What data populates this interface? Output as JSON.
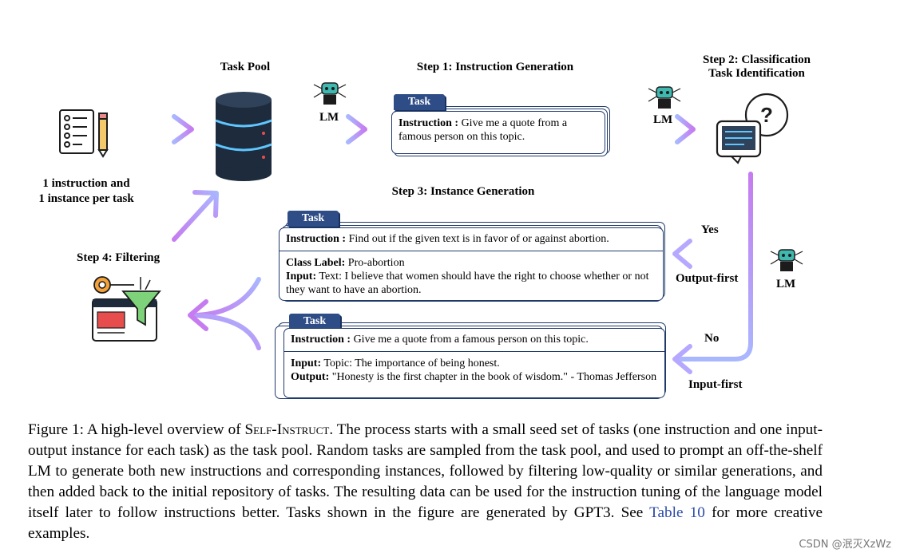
{
  "labels": {
    "task_pool": "Task Pool",
    "step1": "Step 1: Instruction Generation",
    "step2_line1": "Step 2: Classification",
    "step2_line2": "Task Identification",
    "step3": "Step 3: Instance Generation",
    "step4": "Step 4: Filtering",
    "seed_line1": "1 instruction and",
    "seed_line2": "1 instance per task",
    "lm": "LM",
    "yes": "Yes",
    "no": "No",
    "output_first": "Output-first",
    "input_first": "Input-first"
  },
  "cards": {
    "step1": {
      "tab": "Task",
      "instruction_label": "Instruction :",
      "instruction_text": "Give me a quote from a famous person on this topic."
    },
    "output_first": {
      "tab": "Task",
      "instruction_label": "Instruction :",
      "instruction_text": "Find out if the given text is in favor of or against abortion.",
      "class_label": "Class Label:",
      "class_text": "Pro-abortion",
      "input_label": "Input:",
      "input_text": "Text: I believe that women should have the right to choose whether or not they want to have an abortion."
    },
    "input_first": {
      "tab": "Task",
      "instruction_label": "Instruction :",
      "instruction_text": "Give me a quote from a famous person on this topic.",
      "input_label": "Input:",
      "input_text": "Topic: The importance of being honest.",
      "output_label": "Output:",
      "output_text": "\"Honesty is the first chapter in the book of wisdom.\" - Thomas Jefferson"
    }
  },
  "caption": {
    "prefix": "Figure 1: A high-level overview of ",
    "name": "Self-Instruct",
    "body": ". The process starts with a small seed set of tasks (one instruction and one input-output instance for each task) as the task pool. Random tasks are sampled from the task pool, and used to prompt an off-the-shelf LM to generate both new instructions and corresponding instances, followed by filtering low-quality or similar generations, and then added back to the initial repository of tasks. The resulting data can be used for the instruction tuning of the language model itself later to follow instructions better. Tasks shown in the figure are generated by GPT3. See ",
    "link": "Table 10",
    "suffix": " for more creative examples."
  },
  "watermark": "CSDN @泯灭XzWz",
  "colors": {
    "arrow_start": "#a9b7ff",
    "arrow_end": "#c67cf0",
    "tab": "#2e4d87",
    "card_border": "#1f3a6b",
    "database": "#1d2b3c",
    "database_ring": "#5fc6ff"
  }
}
